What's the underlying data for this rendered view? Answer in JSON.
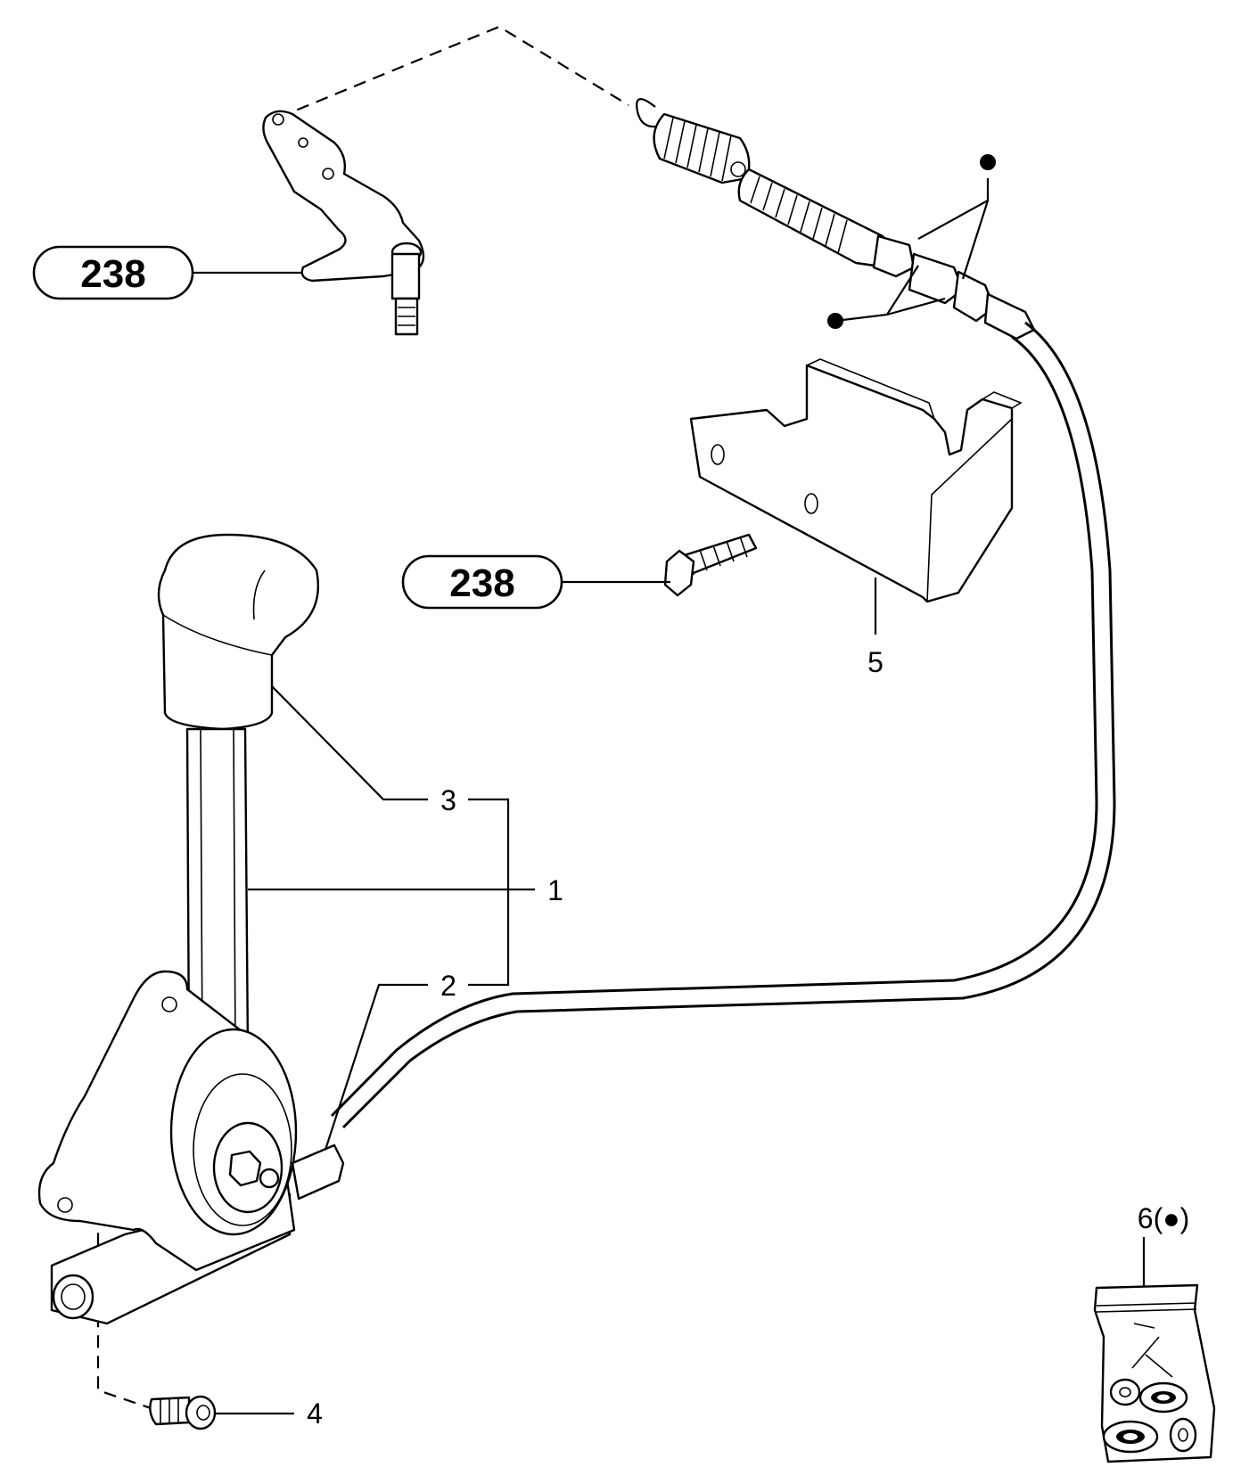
{
  "diagram": {
    "references": [
      {
        "id": "ref-upper",
        "label": "238"
      },
      {
        "id": "ref-middle",
        "label": "238"
      }
    ],
    "callouts": [
      {
        "id": "c1",
        "label": "1"
      },
      {
        "id": "c2",
        "label": "2"
      },
      {
        "id": "c3",
        "label": "3"
      },
      {
        "id": "c4",
        "label": "4"
      },
      {
        "id": "c5",
        "label": "5"
      },
      {
        "id": "c6",
        "label": "6(●)"
      }
    ]
  }
}
